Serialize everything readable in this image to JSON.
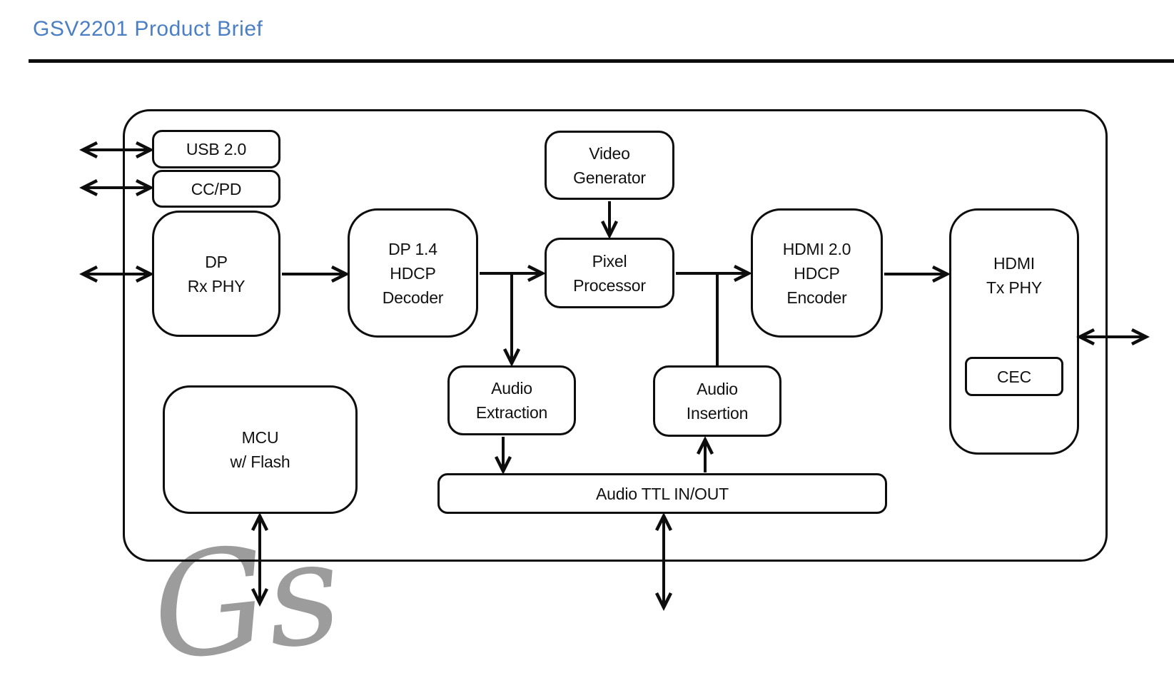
{
  "page": {
    "title": "GSV2201 Product Brief"
  },
  "colors": {
    "title_text": "#4b7fc4",
    "diagram_stroke": "#0d0d0d",
    "block_fill": "#ffffff",
    "watermark_gray": "#9c9c9c"
  },
  "watermark": {
    "text": "Gs"
  },
  "diagram": {
    "blocks": {
      "usb": {
        "label": "USB 2.0"
      },
      "ccpd": {
        "label": "CC/PD"
      },
      "dp_rx_phy": {
        "label": "DP\nRx PHY"
      },
      "dp14_hdcp_decoder": {
        "label": "DP 1.4\nHDCP\nDecoder"
      },
      "video_generator": {
        "label": "Video\nGenerator"
      },
      "pixel_processor": {
        "label": "Pixel\nProcessor"
      },
      "hdmi20_hdcp_encoder": {
        "label": "HDMI 2.0\nHDCP\nEncoder"
      },
      "hdmi_tx_phy": {
        "label": "HDMI\nTx PHY"
      },
      "cec": {
        "label": "CEC"
      },
      "audio_extraction": {
        "label": "Audio\nExtraction"
      },
      "audio_insertion": {
        "label": "Audio\nInsertion"
      },
      "mcu": {
        "label": "MCU\nw/ Flash"
      },
      "audio_ttl": {
        "label": "Audio TTL IN/OUT"
      }
    },
    "connections": [
      {
        "from": "external-left",
        "to": "usb",
        "direction": "bidirectional"
      },
      {
        "from": "external-left",
        "to": "ccpd",
        "direction": "bidirectional"
      },
      {
        "from": "external-left",
        "to": "dp_rx_phy",
        "direction": "bidirectional"
      },
      {
        "from": "dp_rx_phy",
        "to": "dp14_hdcp_decoder",
        "direction": "forward"
      },
      {
        "from": "dp14_hdcp_decoder",
        "to": "pixel_processor",
        "direction": "forward"
      },
      {
        "from": "dp14_hdcp_decoder",
        "to": "audio_extraction",
        "direction": "forward"
      },
      {
        "from": "video_generator",
        "to": "pixel_processor",
        "direction": "forward"
      },
      {
        "from": "pixel_processor",
        "to": "hdmi20_hdcp_encoder",
        "direction": "forward"
      },
      {
        "from": "pixel_processor",
        "to": "audio_insertion",
        "direction": "plain"
      },
      {
        "from": "hdmi20_hdcp_encoder",
        "to": "hdmi_tx_phy",
        "direction": "forward"
      },
      {
        "from": "hdmi_tx_phy",
        "to": "external-right",
        "direction": "bidirectional"
      },
      {
        "from": "audio_extraction",
        "to": "audio_ttl",
        "direction": "forward"
      },
      {
        "from": "audio_ttl",
        "to": "audio_insertion",
        "direction": "forward"
      },
      {
        "from": "mcu",
        "to": "external-bottom",
        "direction": "bidirectional"
      },
      {
        "from": "audio_ttl",
        "to": "external-bottom",
        "direction": "bidirectional"
      }
    ]
  }
}
